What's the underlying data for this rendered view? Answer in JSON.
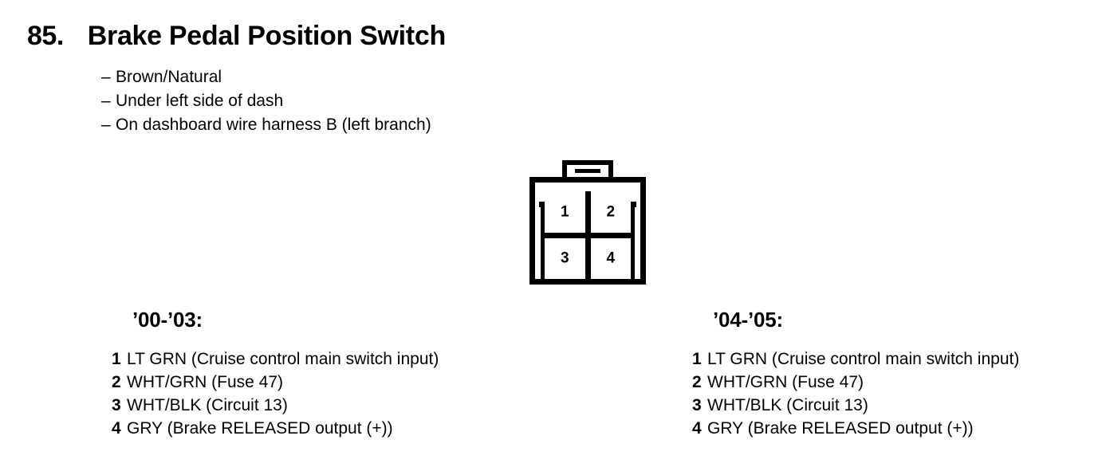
{
  "header": {
    "item_number": "85.",
    "title": "Brake Pedal Position Switch",
    "specs": [
      {
        "dash": "–",
        "text": "Brown/Natural"
      },
      {
        "dash": "–",
        "text": "Under left side of dash"
      },
      {
        "dash": "–",
        "text": "On dashboard wire harness B (left branch)"
      }
    ]
  },
  "connector": {
    "name": "4-pin-connector",
    "pins": [
      {
        "number": "1",
        "position": "top-left"
      },
      {
        "number": "2",
        "position": "top-right"
      },
      {
        "number": "3",
        "position": "bottom-left"
      },
      {
        "number": "4",
        "position": "bottom-right"
      }
    ]
  },
  "pinouts": [
    {
      "id": "early",
      "heading": "’00-’03:",
      "rows": [
        {
          "num": "1",
          "desc": "LT GRN (Cruise control main switch input)"
        },
        {
          "num": "2",
          "desc": "WHT/GRN (Fuse 47)"
        },
        {
          "num": "3",
          "desc": "WHT/BLK (Circuit 13)"
        },
        {
          "num": "4",
          "desc": "GRY (Brake RELEASED output (+))"
        }
      ]
    },
    {
      "id": "late",
      "heading": "’04-’05:",
      "rows": [
        {
          "num": "1",
          "desc": "LT GRN (Cruise control main switch input)"
        },
        {
          "num": "2",
          "desc": "WHT/GRN (Fuse 47)"
        },
        {
          "num": "3",
          "desc": "WHT/BLK (Circuit 13)"
        },
        {
          "num": "4",
          "desc": "GRY (Brake RELEASED output (+))"
        }
      ]
    }
  ],
  "colors": {
    "ink": "#000000",
    "paper": "#ffffff"
  }
}
